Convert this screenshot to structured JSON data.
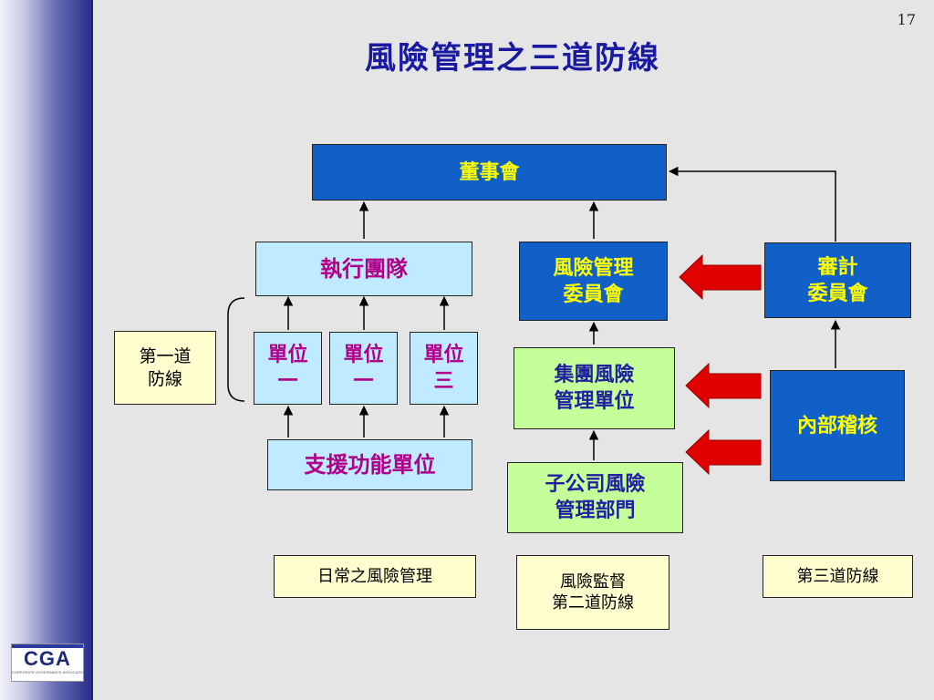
{
  "slide": {
    "page_number": "17",
    "title": "風險管理之三道防線"
  },
  "logo": {
    "text": "CGA",
    "subtitle": "CORPORATE GOVERNANCE ASSOCIATION"
  },
  "nodes": {
    "board": "董事會",
    "exec_team": "執行團隊",
    "risk_committee": [
      "風險管理",
      "委員會"
    ],
    "audit_committee": [
      "審計",
      "委員會"
    ],
    "unit1": [
      "單位",
      "一"
    ],
    "unit2": [
      "單位",
      "一"
    ],
    "unit3": [
      "單位",
      "三"
    ],
    "group_risk": [
      "集團風險",
      "管理單位"
    ],
    "internal_audit": "內部稽核",
    "support": "支援功能單位",
    "subsidiary_risk": [
      "子公司風險",
      "管理部門"
    ]
  },
  "labels": {
    "first_line": [
      "第一道",
      "防線"
    ],
    "daily_risk": "日常之風險管理",
    "second_line": [
      "風險監督",
      "第二道防線"
    ],
    "third_line": "第三道防線"
  },
  "colors": {
    "background": "#e5e5e5",
    "title": "#1a1aa0",
    "blue_box": "#1060c8",
    "blue_box_text": "#ffff00",
    "light_blue_box": "#bfeaff",
    "light_blue_text": "#b0008a",
    "green_box": "#c4ff9a",
    "green_text": "#2020a0",
    "cream_box": "#fffecf",
    "arrow_red": "#e00000"
  }
}
